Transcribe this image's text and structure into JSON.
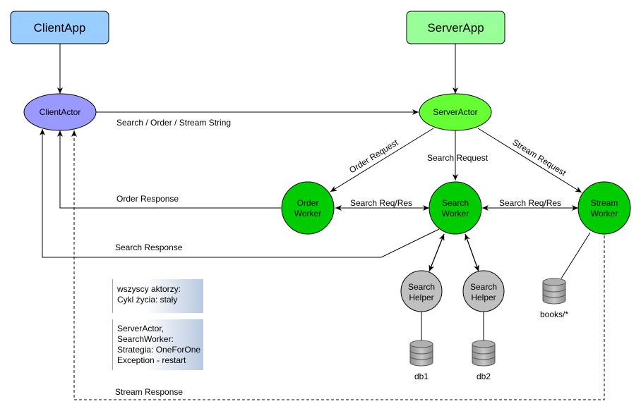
{
  "apps": {
    "client": "ClientApp",
    "server": "ServerApp"
  },
  "actors": {
    "client_actor": "ClientActor",
    "server_actor": "ServerActor"
  },
  "workers": {
    "order": [
      "Order",
      "Worker"
    ],
    "search": [
      "Search",
      "Worker"
    ],
    "stream": [
      "Stream",
      "Worker"
    ]
  },
  "helpers": {
    "helper1": [
      "Search",
      "Helper"
    ],
    "helper2": [
      "Search",
      "Helper"
    ]
  },
  "databases": {
    "db1": "db1",
    "db2": "db2",
    "books": "books/*"
  },
  "edge_labels": {
    "search_order_stream": "Search / Order / Stream String",
    "order_request": "Order Request",
    "search_request": "Search Request",
    "stream_request": "Stream Request",
    "search_req_res_left": "Search Req/Res",
    "search_req_res_right": "Search Req/Res",
    "order_response": "Order Response",
    "search_response": "Search Response",
    "stream_response": "Stream Response"
  },
  "notes": {
    "lifecycle": [
      "wszyscy aktorzy:",
      "Cykl życia: stały"
    ],
    "strategy": [
      "ServerActor,",
      "SearchWorker:",
      "Strategia: OneForOne",
      "Exception - restart"
    ]
  },
  "colors": {
    "client_app_fill": "#99ccff",
    "server_app_fill": "#99ff99",
    "client_actor_fill": "#9999ff",
    "server_actor_fill": "#66ff33",
    "worker_fill": "#00cc00",
    "helper_fill": "#c0c0c0",
    "db_fill": "#a0a0a0"
  }
}
